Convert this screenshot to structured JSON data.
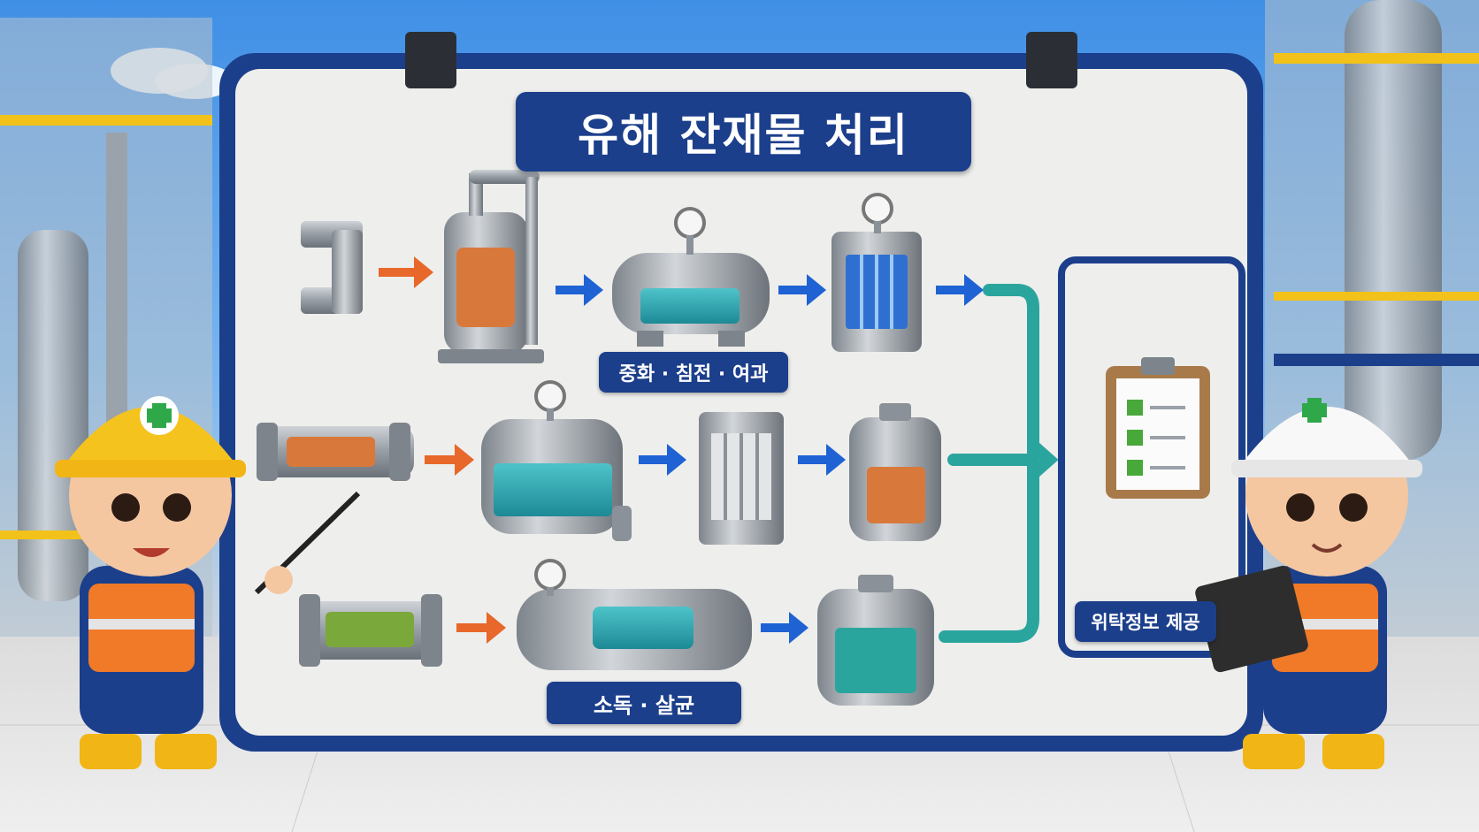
{
  "title": "유해 잔재물 처리",
  "process_labels": {
    "top_row": "중화 · 침전 · 여과",
    "bottom_row": "소독 · 살균",
    "outcome": "위탁정보 제공"
  },
  "colors": {
    "board_frame": "#1c3f8c",
    "board_surface": "#eeeeec",
    "arrow_input": "#e8672a",
    "arrow_process": "#1e62d4",
    "merge_line": "#2aa59e"
  }
}
